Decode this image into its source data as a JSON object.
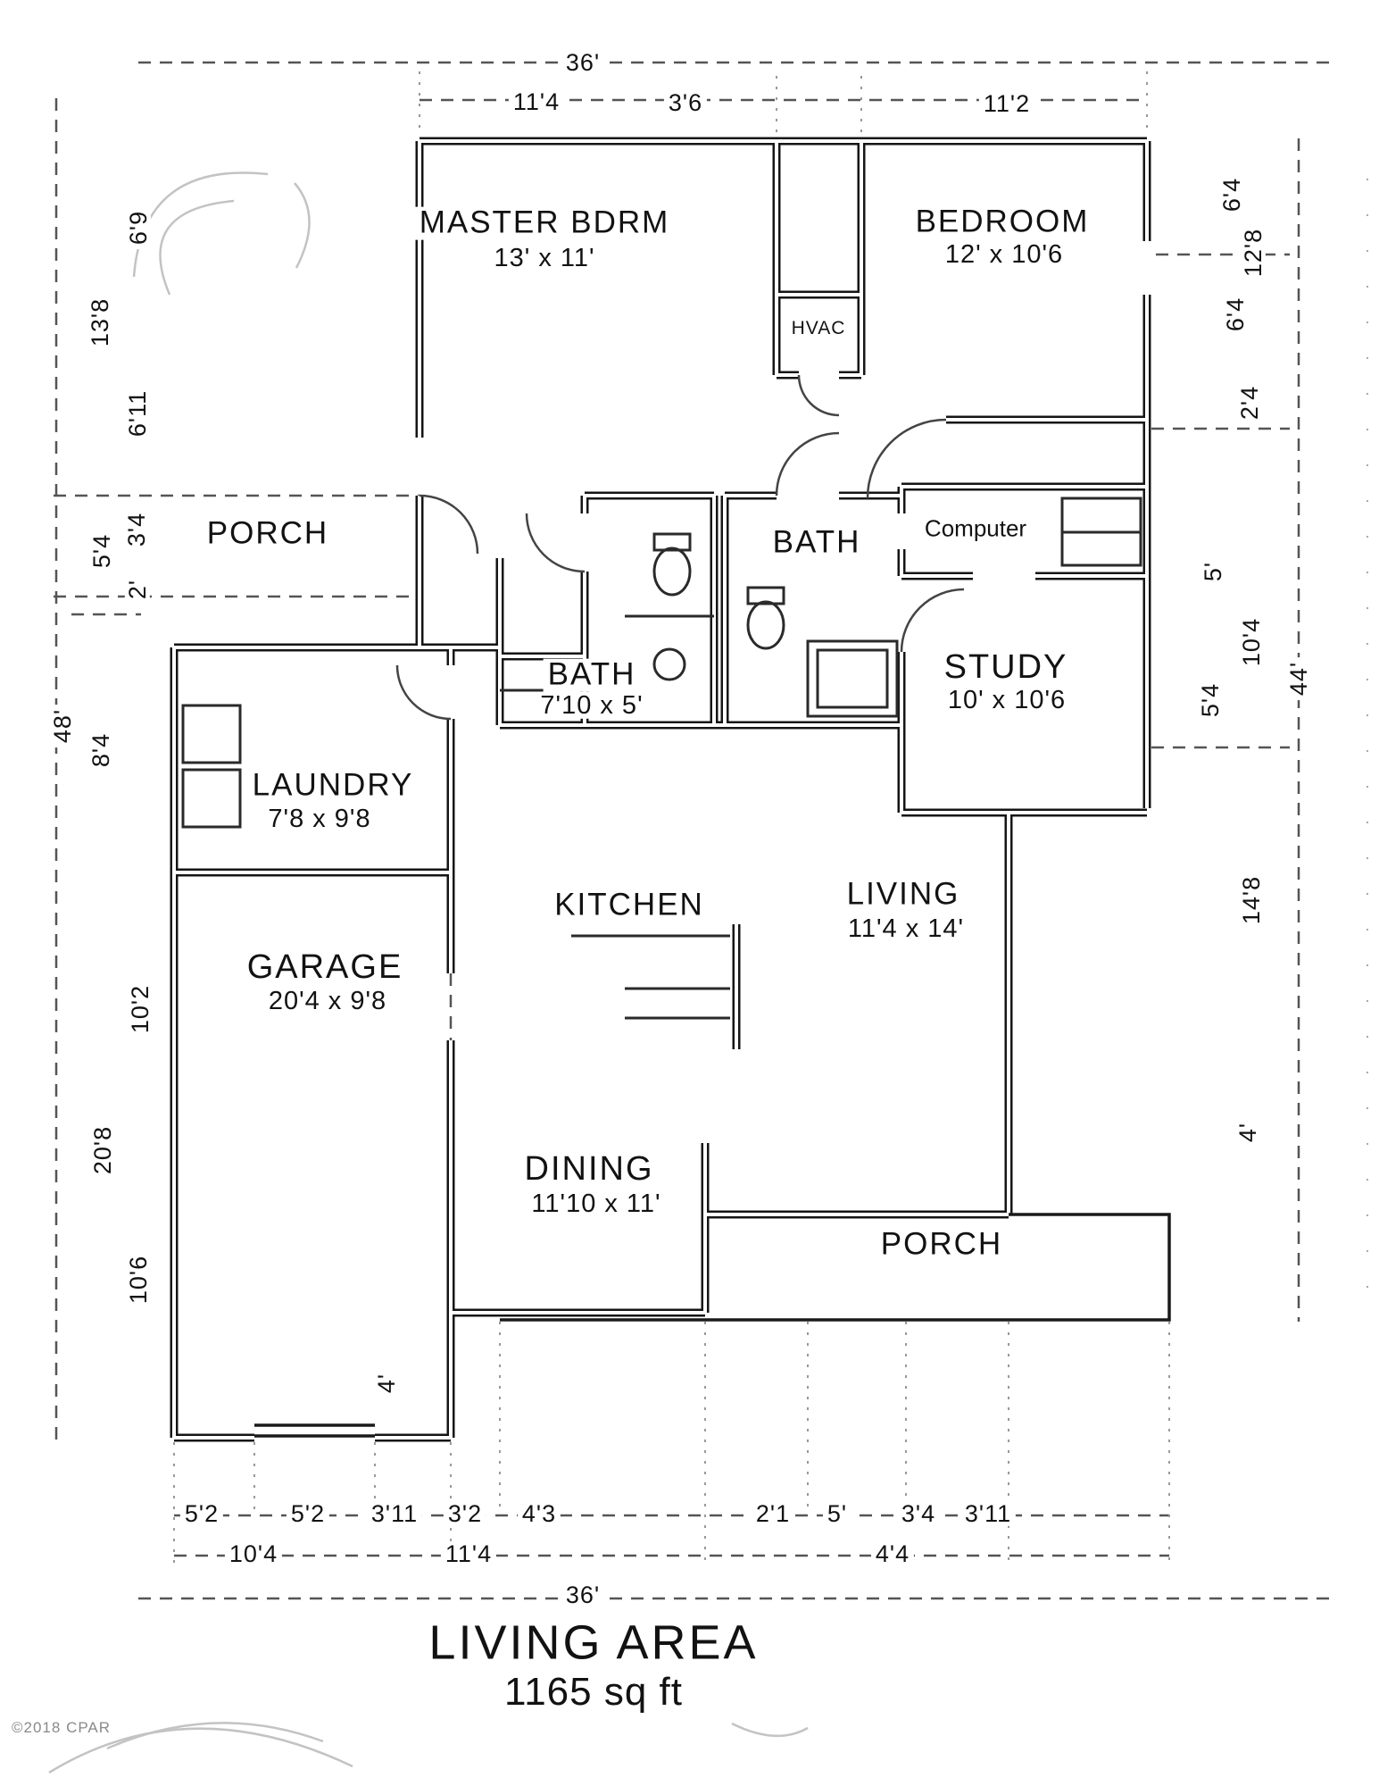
{
  "plan": {
    "rooms": {
      "master": {
        "name": "MASTER BDRM",
        "dims": "13' x 11'"
      },
      "bedroom": {
        "name": "BEDROOM",
        "dims": "12' x 10'6"
      },
      "hvac": {
        "name": "HVAC"
      },
      "computer": {
        "name": "Computer"
      },
      "bath_upper": {
        "name": "BATH"
      },
      "bath_hall": {
        "name": "BATH",
        "dims": "7'10 x 5'"
      },
      "study": {
        "name": "STUDY",
        "dims": "10' x 10'6"
      },
      "living": {
        "name": "LIVING",
        "dims": "11'4 x 14'"
      },
      "kitchen": {
        "name": "KITCHEN"
      },
      "dining": {
        "name": "DINING",
        "dims": "11'10 x 11'"
      },
      "laundry": {
        "name": "LAUNDRY",
        "dims": "7'8 x 9'8"
      },
      "garage": {
        "name": "GARAGE",
        "dims": "20'4 x 9'8"
      },
      "porch_left": {
        "name": "PORCH"
      },
      "porch_rear": {
        "name": "PORCH"
      }
    },
    "dims": {
      "top": {
        "overall": "36'",
        "segments": [
          "11'4",
          "3'6",
          "11'2"
        ]
      },
      "bottom": {
        "row1": [
          "5'2",
          "5'2",
          "3'11",
          "3'2",
          "4'3",
          "2'1",
          "5'",
          "3'4",
          "3'11"
        ],
        "row2": [
          "10'4",
          "11'4",
          "4'4"
        ],
        "overall": "36'"
      },
      "left": {
        "outer": "48'",
        "col1": [
          "13'8",
          "5'4",
          "8'4",
          "20'8"
        ],
        "col2": [
          "6'9",
          "6'11",
          "3'4",
          "2'",
          "10'2",
          "10'6"
        ]
      },
      "right": {
        "outer": "44'",
        "col1": [
          "6'4",
          "12'8",
          "6'4",
          "2'4",
          "10'4",
          "14'8",
          "4'"
        ],
        "col2": [
          "5'",
          "5'4"
        ]
      },
      "garage_door": "4'"
    },
    "footer": {
      "title": "LIVING AREA",
      "area": "1165 sq ft"
    },
    "watermark": "©2018 CPAR"
  }
}
